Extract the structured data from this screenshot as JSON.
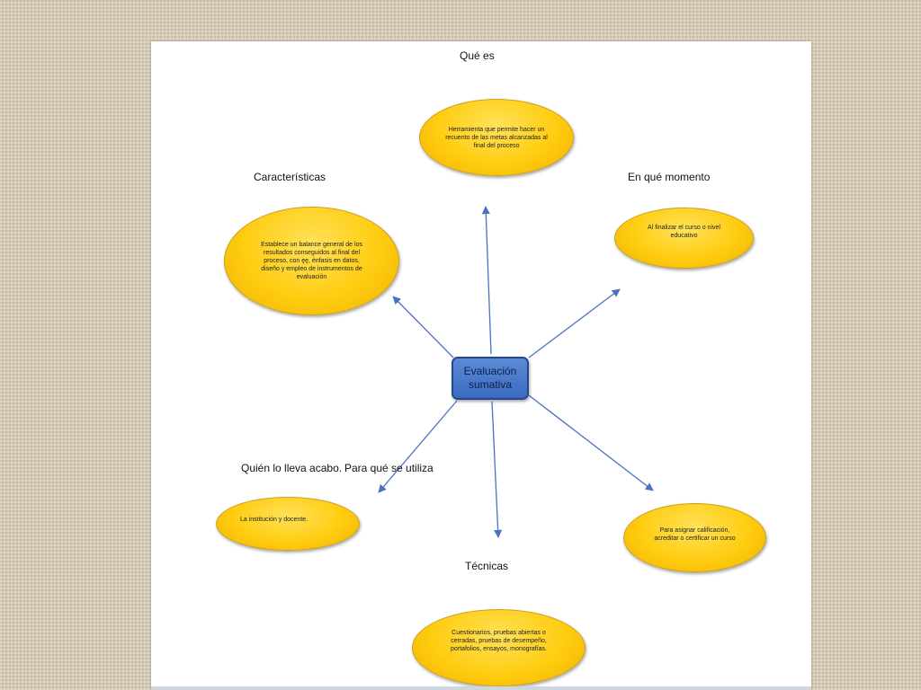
{
  "diagram": {
    "center": "Evaluación sumativa",
    "nodes": [
      {
        "id": "que-es",
        "heading": "Qué es",
        "text": "Herramienta que permite hacer un recuento de las metas alcanzadas al final del proceso"
      },
      {
        "id": "caracteristicas",
        "heading": "Características",
        "text": "Establece un balance general de los resultados conseguidos al final del proceso, con ȩȩ, énfasis en datos, diseño y empleo de instrumentos de evaluación"
      },
      {
        "id": "en-que-momento",
        "heading": "En qué momento",
        "text": "Al finalizar el curso o nivel educativo"
      },
      {
        "id": "quien",
        "heading": "Quién lo lleva acabo.",
        "text": "La institución y docente."
      },
      {
        "id": "para-que",
        "heading": "Para qué se utiliza",
        "text": "Para asignar calificación, acreditar o certificar un curso"
      },
      {
        "id": "tecnicas",
        "heading": "Técnicas",
        "text": "Cuestionarios, pruebas abiertas o cerradas, pruebas de desempeño, portafolios, ensayos, monografías."
      }
    ],
    "colors": {
      "node_fill": "#ffcc10",
      "center_fill": "#4a7acb",
      "arrow": "#4a72c0"
    }
  }
}
